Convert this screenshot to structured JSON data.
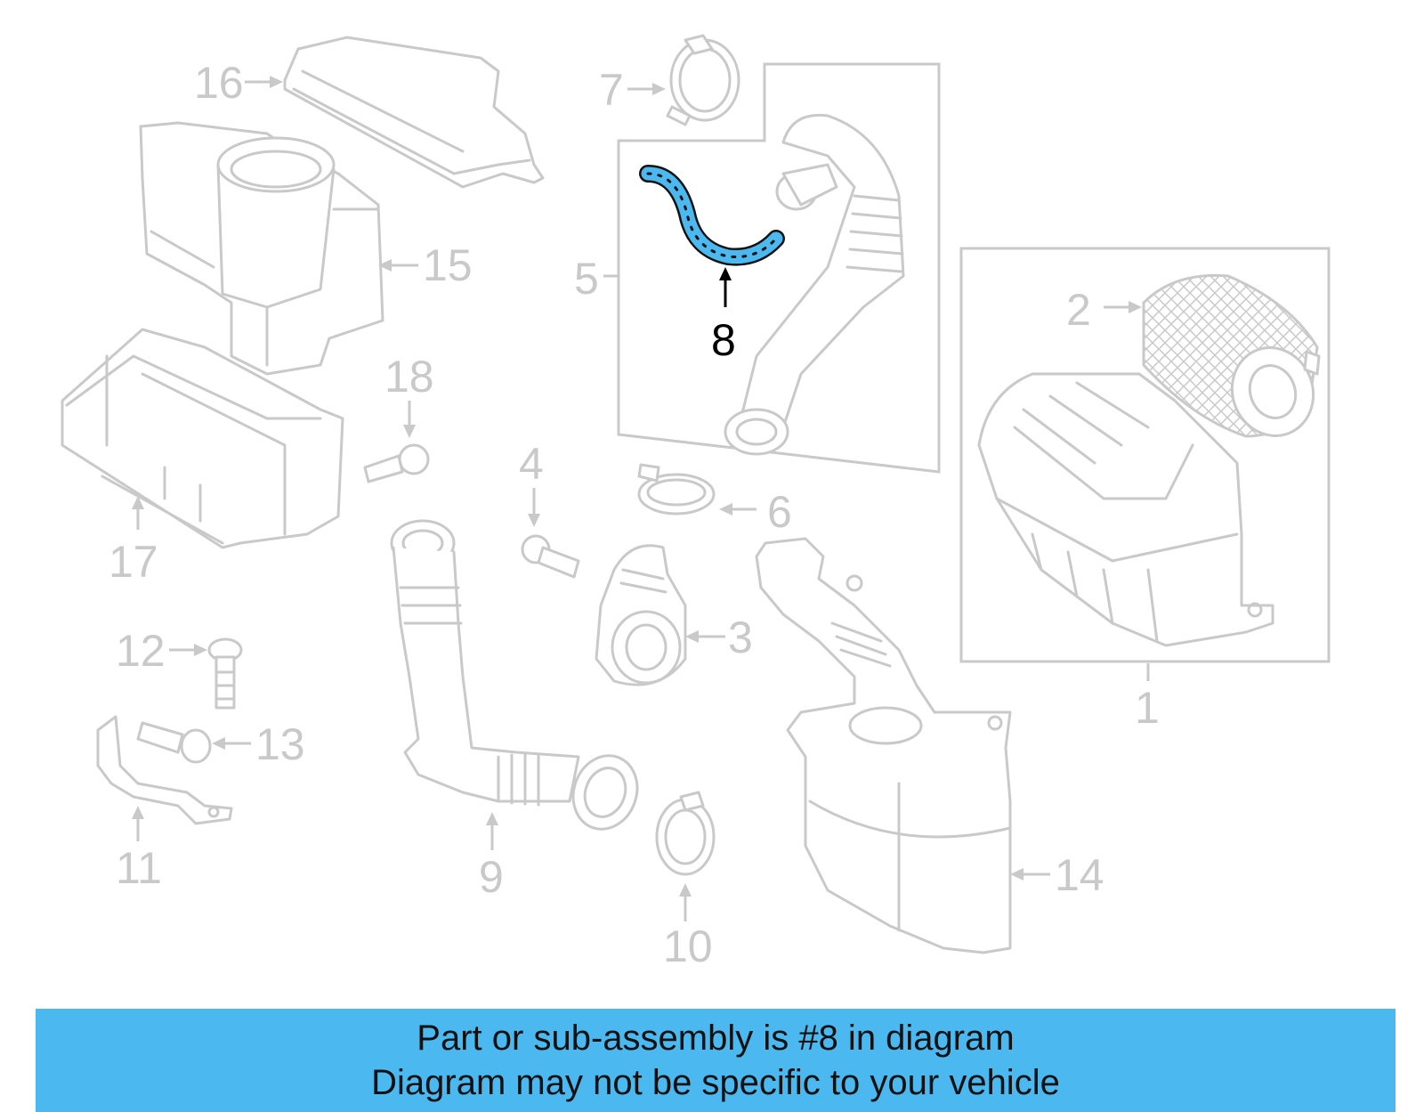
{
  "diagram": {
    "highlighted_part": "8",
    "highlight_color": "#4bb8ef",
    "line_color": "#c9c9c9",
    "callouts": [
      "1",
      "2",
      "3",
      "4",
      "5",
      "6",
      "7",
      "8",
      "9",
      "10",
      "11",
      "12",
      "13",
      "14",
      "15",
      "16",
      "17",
      "18"
    ]
  },
  "banner": {
    "line1": "Part or sub-assembly is #8 in diagram",
    "line2": "Diagram may not be specific to your vehicle",
    "background": "#4bb8ef"
  }
}
